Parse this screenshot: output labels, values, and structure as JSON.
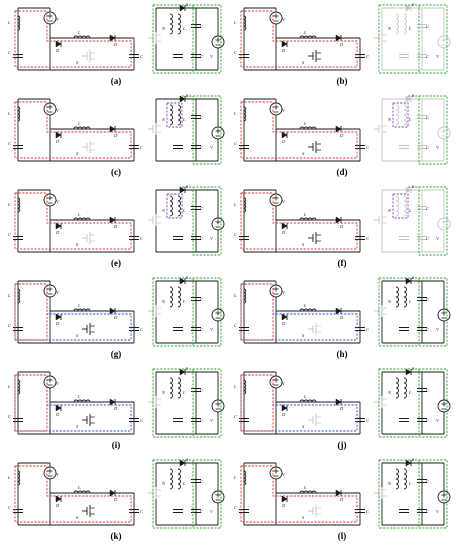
{
  "colors": {
    "wire": "#1a1a1a",
    "faded": "#c4c4c4",
    "red_path": "#d93a3a",
    "blue_path": "#2f56c8",
    "green_path": "#2da52d",
    "purple_path": "#8a3cc4"
  },
  "panels": [
    {
      "caption": "(a)",
      "left": "red",
      "right": "green",
      "right_faded": false,
      "faded_switch": true
    },
    {
      "caption": "(b)",
      "left": "red",
      "right": "green",
      "right_faded": true,
      "faded_switch": false
    },
    {
      "caption": "(c)",
      "left": "red",
      "right": "purple",
      "right_faded": false,
      "faded_switch": true
    },
    {
      "caption": "(d)",
      "left": "red",
      "right": "purple",
      "right_faded": true,
      "faded_switch": false
    },
    {
      "caption": "(e)",
      "left": "red",
      "right": "purple",
      "right_faded": false,
      "faded_switch": true
    },
    {
      "caption": "(f)",
      "left": "red",
      "right": "purple",
      "right_faded": true,
      "faded_switch": false
    },
    {
      "caption": "(g)",
      "left": "blue",
      "right": "green",
      "right_faded": false,
      "faded_switch": false
    },
    {
      "caption": "(h)",
      "left": "blue",
      "right": "green",
      "right_faded": false,
      "faded_switch": true
    },
    {
      "caption": "(i)",
      "left": "blue",
      "right": "green",
      "right_faded": false,
      "faded_switch": false
    },
    {
      "caption": "(j)",
      "left": "blue",
      "right": "green",
      "right_faded": false,
      "faded_switch": true
    },
    {
      "caption": "(k)",
      "left": "red",
      "right": "green",
      "right_faded": false,
      "faded_switch": false
    },
    {
      "caption": "(l)",
      "left": "red",
      "right": "green",
      "right_faded": false,
      "faded_switch": true
    }
  ]
}
